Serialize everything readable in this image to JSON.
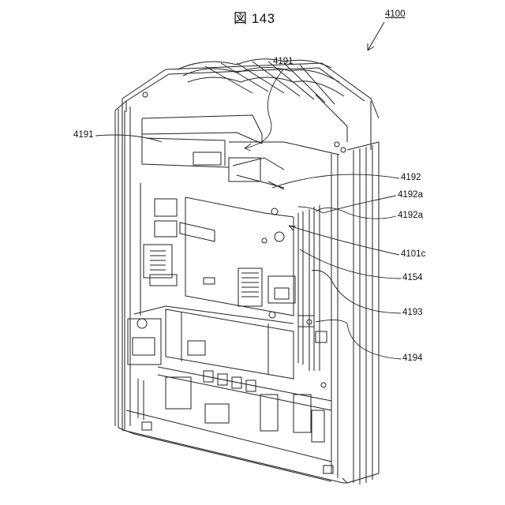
{
  "figure": {
    "title": "図 143",
    "main_ref": "4100",
    "callouts": [
      {
        "id": "c4191-top",
        "text": "4191"
      },
      {
        "id": "c4191-left",
        "text": "4191"
      },
      {
        "id": "c4192",
        "text": "4192"
      },
      {
        "id": "c4192a-1",
        "text": "4192a"
      },
      {
        "id": "c4192a-2",
        "text": "4192a"
      },
      {
        "id": "c4101c",
        "text": "4101c"
      },
      {
        "id": "c4154",
        "text": "4154"
      },
      {
        "id": "c4193",
        "text": "4193"
      },
      {
        "id": "c4194",
        "text": "4194"
      }
    ]
  }
}
